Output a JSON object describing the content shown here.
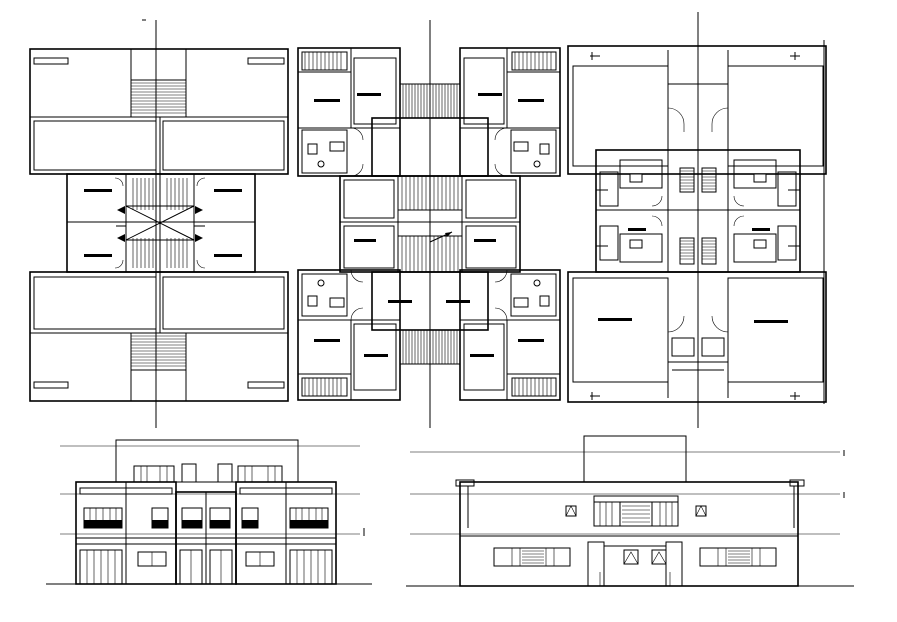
{
  "drawing": {
    "title": "",
    "colors": {
      "line": "#000000",
      "background": "#ffffff"
    },
    "panels": [
      {
        "id": "ground-floor-plan",
        "kind": "floor plan"
      },
      {
        "id": "first-floor-plan",
        "kind": "floor plan"
      },
      {
        "id": "roof-floor-plan",
        "kind": "floor plan"
      },
      {
        "id": "front-elevation",
        "kind": "elevation"
      },
      {
        "id": "side-elevation",
        "kind": "elevation"
      }
    ]
  }
}
